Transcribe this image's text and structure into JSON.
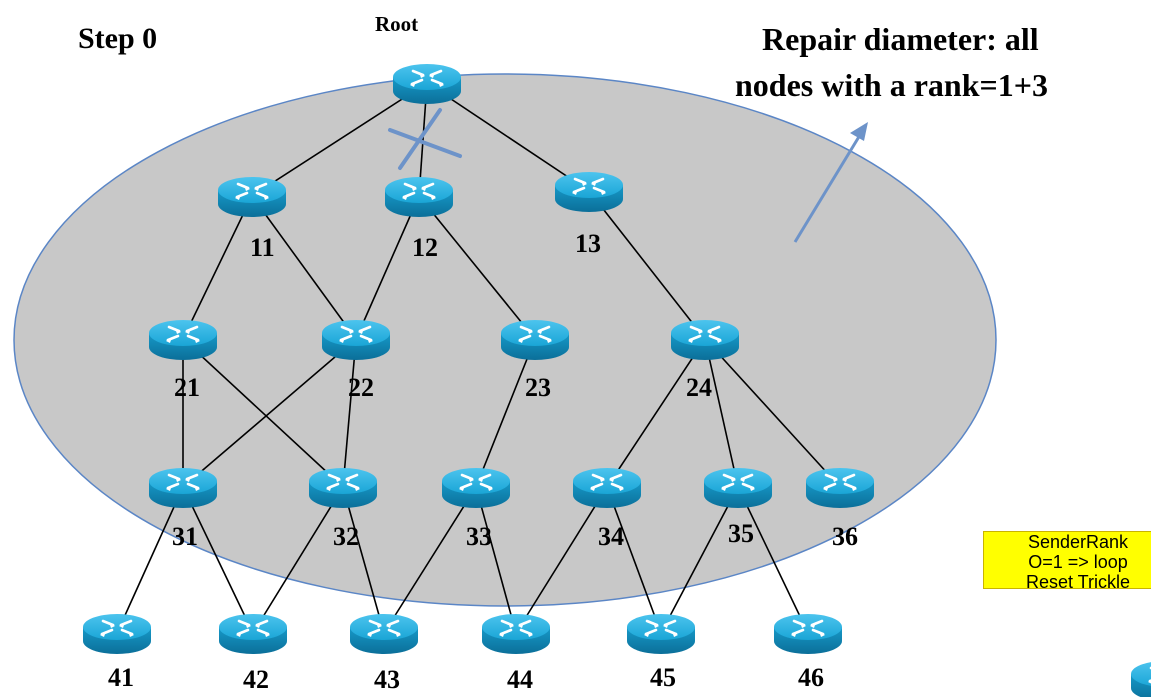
{
  "step_label": "Step 0",
  "root_label": "Root",
  "repair_title_line1": "Repair diameter: all",
  "repair_title_line2": "nodes with a rank=1+3",
  "note": {
    "line1": "SenderRank",
    "line2": "O=1 => loop",
    "line3": "Reset Trickle"
  },
  "colors": {
    "router_fill": "#1aa5d6",
    "router_top": "#36b8e6",
    "router_side": "#0c7fae",
    "ellipse_fill": "#c8c8c8",
    "ellipse_stroke": "#5b86c6",
    "note_bg": "#ffff00",
    "arrow": "#6d93c9"
  },
  "nodes": [
    {
      "id": "root",
      "label": ""
    },
    {
      "id": "11",
      "label": "11"
    },
    {
      "id": "12",
      "label": "12"
    },
    {
      "id": "13",
      "label": "13"
    },
    {
      "id": "21",
      "label": "21"
    },
    {
      "id": "22",
      "label": "22"
    },
    {
      "id": "23",
      "label": "23"
    },
    {
      "id": "24",
      "label": "24"
    },
    {
      "id": "31",
      "label": "31"
    },
    {
      "id": "32",
      "label": "32"
    },
    {
      "id": "33",
      "label": "33"
    },
    {
      "id": "34",
      "label": "34"
    },
    {
      "id": "35",
      "label": "35"
    },
    {
      "id": "36",
      "label": "36"
    },
    {
      "id": "41",
      "label": "41"
    },
    {
      "id": "42",
      "label": "42"
    },
    {
      "id": "43",
      "label": "43"
    },
    {
      "id": "44",
      "label": "44"
    },
    {
      "id": "45",
      "label": "45"
    },
    {
      "id": "46",
      "label": "46"
    },
    {
      "id": "extra",
      "label": ""
    }
  ],
  "edges": [
    [
      "root",
      "11"
    ],
    [
      "root",
      "12"
    ],
    [
      "root",
      "13"
    ],
    [
      "11",
      "21"
    ],
    [
      "11",
      "22"
    ],
    [
      "12",
      "22"
    ],
    [
      "12",
      "23"
    ],
    [
      "13",
      "24"
    ],
    [
      "21",
      "31"
    ],
    [
      "21",
      "32"
    ],
    [
      "22",
      "31"
    ],
    [
      "22",
      "32"
    ],
    [
      "23",
      "33"
    ],
    [
      "24",
      "34"
    ],
    [
      "24",
      "35"
    ],
    [
      "24",
      "36"
    ],
    [
      "31",
      "41"
    ],
    [
      "31",
      "42"
    ],
    [
      "32",
      "42"
    ],
    [
      "32",
      "43"
    ],
    [
      "33",
      "43"
    ],
    [
      "33",
      "44"
    ],
    [
      "34",
      "44"
    ],
    [
      "34",
      "45"
    ],
    [
      "35",
      "45"
    ],
    [
      "35",
      "46"
    ]
  ],
  "broken_edge": [
    "root",
    "12"
  ]
}
